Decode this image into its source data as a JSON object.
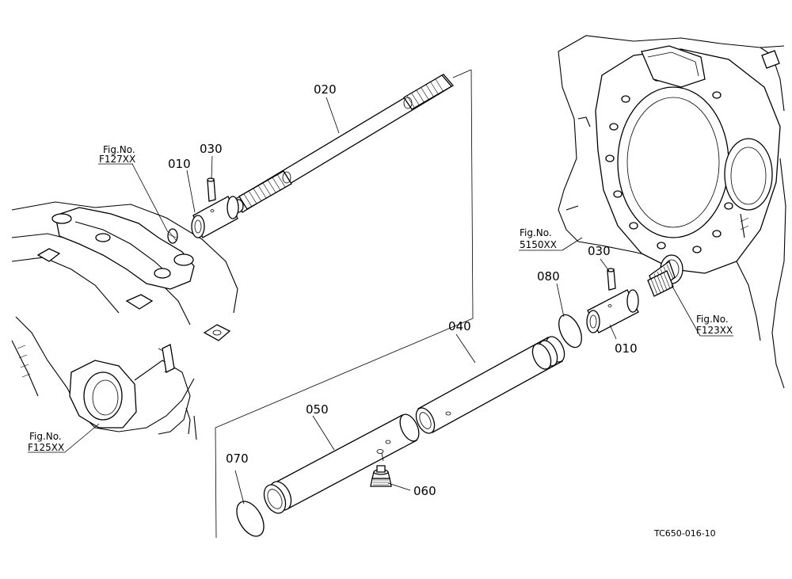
{
  "diagram_code": "TC650-016-10",
  "fig_refs": {
    "f127": {
      "line1": "Fig.No.",
      "line2": "F127XX"
    },
    "s5150": {
      "line1": "Fig.No.",
      "line2": "5150XX"
    },
    "f123": {
      "line1": "Fig.No.",
      "line2": "F123XX"
    },
    "f125": {
      "line1": "Fig.No.",
      "line2": "F125XX"
    }
  },
  "part_labels": {
    "p020": "020",
    "p030_left": "030",
    "p010_left": "010",
    "p030_right": "030",
    "p080": "080",
    "p040": "040",
    "p010_right": "010",
    "p050": "050",
    "p070": "070",
    "p060": "060"
  },
  "colors": {
    "ink": "#000000",
    "paper": "#ffffff"
  }
}
